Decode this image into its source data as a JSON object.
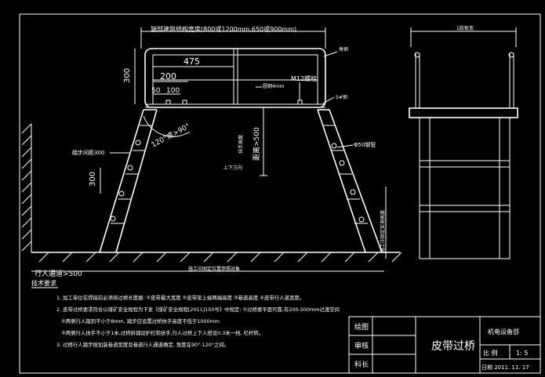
{
  "dims": {
    "top_width": "端部建筑结构宽度(800或1200mm,650或900mm)",
    "d475": "475",
    "d200": "200",
    "d50": "50",
    "d100": "100",
    "d300_left": "300",
    "d300_mid": "300",
    "angle": "120°或>90°",
    "height": "距离>500",
    "rail_height": "扶手高度",
    "step_spacing": "踏步间距300",
    "walkway": "行人通道>500",
    "ground_span": "施工中固定位置参照对象",
    "span_height": "施工中固定实测高度",
    "center_note": "上下方向",
    "right_top": "1胶板宽"
  },
  "labels": {
    "angle_steel": "角钢",
    "round_steel": "圆钢4mm",
    "bolt": "M12螺栓",
    "channel": "5#钢",
    "pipe": "Φ50钢管"
  },
  "notes": {
    "title": "技术要求",
    "lines": [
      "1. 加工单位在焊接前必须将过桥长度据: ①皮带最大宽度 ②皮带架上端两端高度 ③巷道高度 ④皮带行人道宽度。",
      "2. 皮带过桥要求符合以煤矿安全规程为下发《煤矿安全规程[2011]150号》中规定: ①过桥要平面可靠,有200-500mm过渡空间",
      "②两侧行人踏到不小于8mm, 踏步应设置过桥扶手高度不低于1000mm",
      "③两侧行人扶手不小于1米,过桥斜铺设护栏和扶手,行人过桥上下人搭设0.3米一档, 栏杆转。",
      "3. 过桥行人踏步按加装巷道宽度及巷道行人通道确定, 角度在90°-120°之间。"
    ]
  },
  "title_block": {
    "drawn": "绘图",
    "checked": "审核",
    "chief": "科长",
    "title": "皮带过桥",
    "dept": "机电设备部",
    "scale_label": "比 例",
    "scale_value": "1: 5",
    "date": "日期 2011. 11. 17"
  }
}
